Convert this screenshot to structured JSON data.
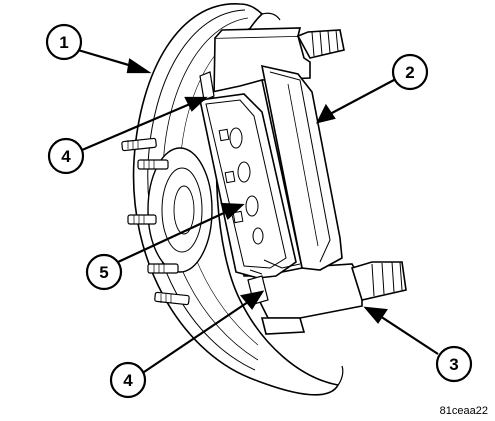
{
  "callouts": {
    "c1": "1",
    "c2": "2",
    "c3": "3",
    "c4a": "4",
    "c4b": "4",
    "c5": "5"
  },
  "figure_id": "81ceaa22",
  "colors": {
    "line": "#000000",
    "fill": "#ffffff"
  }
}
